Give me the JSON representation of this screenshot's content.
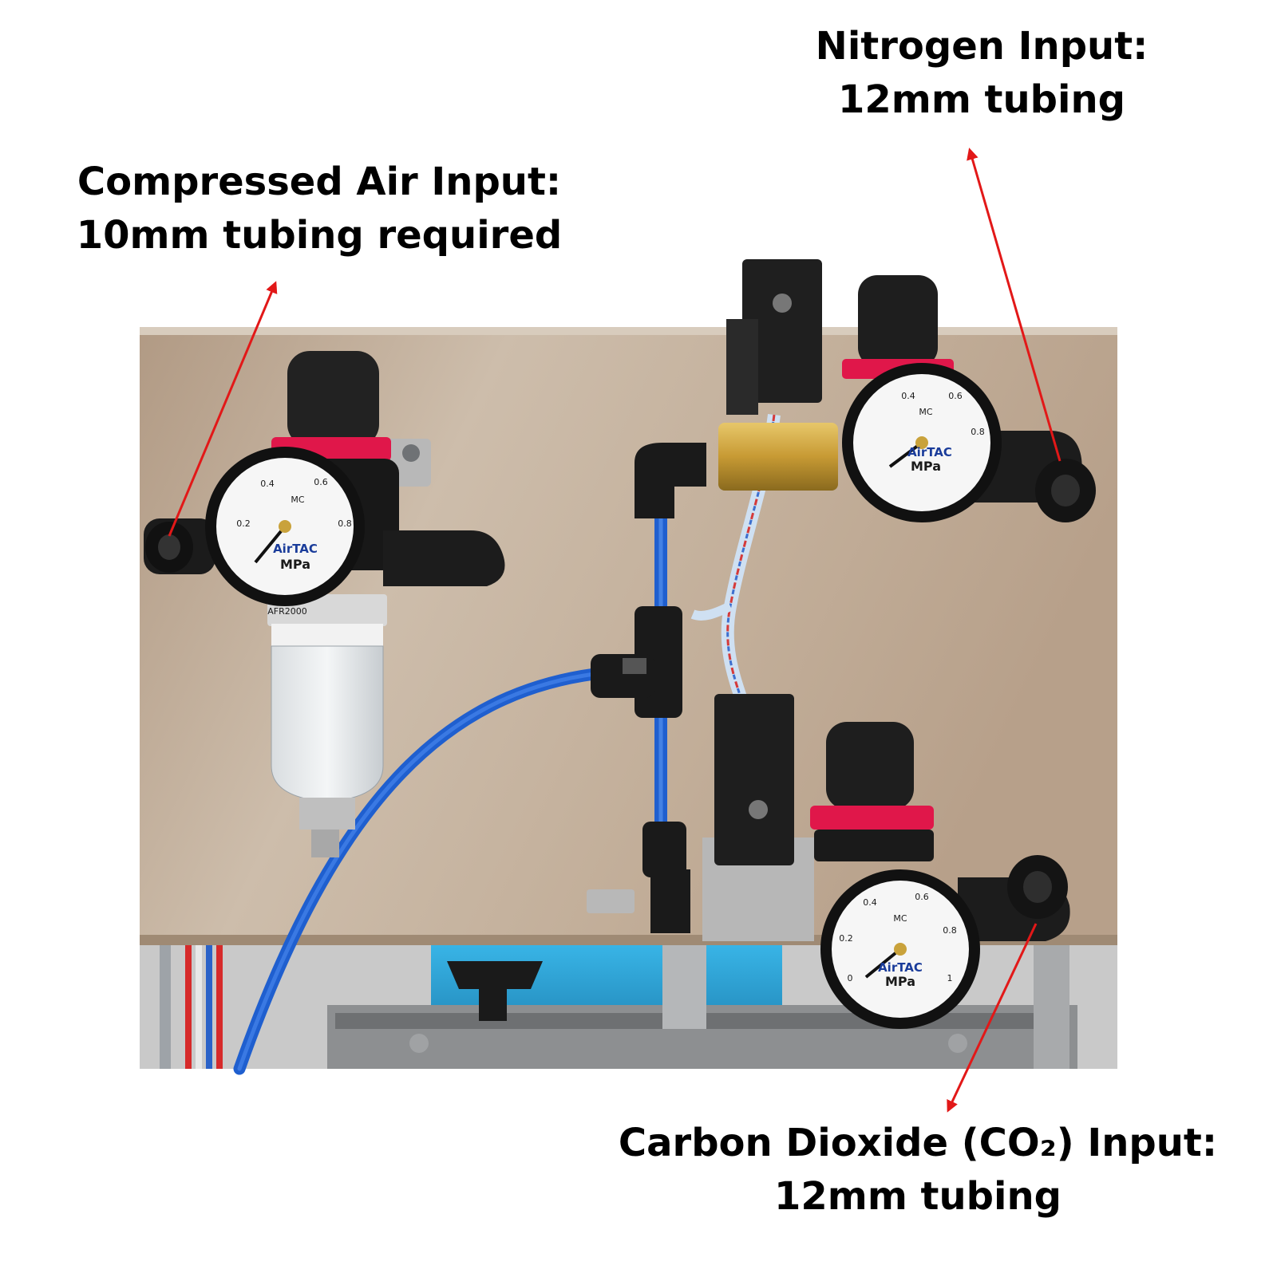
{
  "labels": {
    "compressed_air": {
      "line1": "Compressed Air Input:",
      "line2": "10mm tubing required"
    },
    "nitrogen": {
      "line1": "Nitrogen Input:",
      "line2": "12mm tubing"
    },
    "carbon_dioxide": {
      "line1": "Carbon Dioxide (CO₂) Input:",
      "line2": "12mm tubing"
    }
  },
  "gauge_text": {
    "brand": "AirTAC",
    "unit": "MPa",
    "maker": "MC",
    "scale": [
      "0",
      "0.2",
      "0.4",
      "0.6",
      "0.8",
      "1"
    ]
  },
  "filter_model": "AFR2000",
  "arrow_color": "#e21818"
}
